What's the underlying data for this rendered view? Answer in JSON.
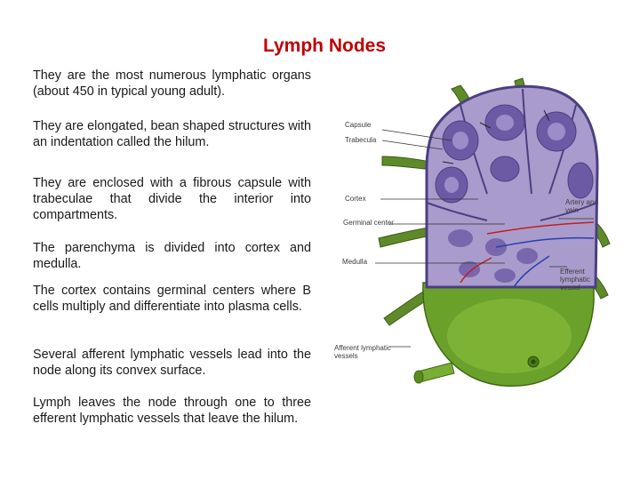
{
  "slide": {
    "title": "Lymph Nodes",
    "paragraphs": [
      "They are the most numerous lymphatic organs (about 450 in typical young adult).",
      "They are elongated, bean shaped structures with an indentation called the hilum.",
      "They are enclosed with a fibrous capsule with trabeculae that divide the  interior into compartments.",
      "The parenchyma is divided into cortex and medulla.",
      "The cortex contains germinal centers where B cells multiply and differentiate into plasma cells.",
      "Several afferent lymphatic vessels lead into the node along its convex surface.",
      "Lymph leaves the node through one to three efferent lymphatic vessels that leave the hilum."
    ]
  },
  "figure": {
    "labels": {
      "capsule": "Capsule",
      "trabecula": "Trabecula",
      "cortex": "Cortex",
      "germinal_center": "Germinal center",
      "medulla": "Medulla",
      "artery_vein": "Artery and vein",
      "efferent": "Efferent lymphatic vessel",
      "afferent": "Afferent lymphatic vessels"
    }
  }
}
